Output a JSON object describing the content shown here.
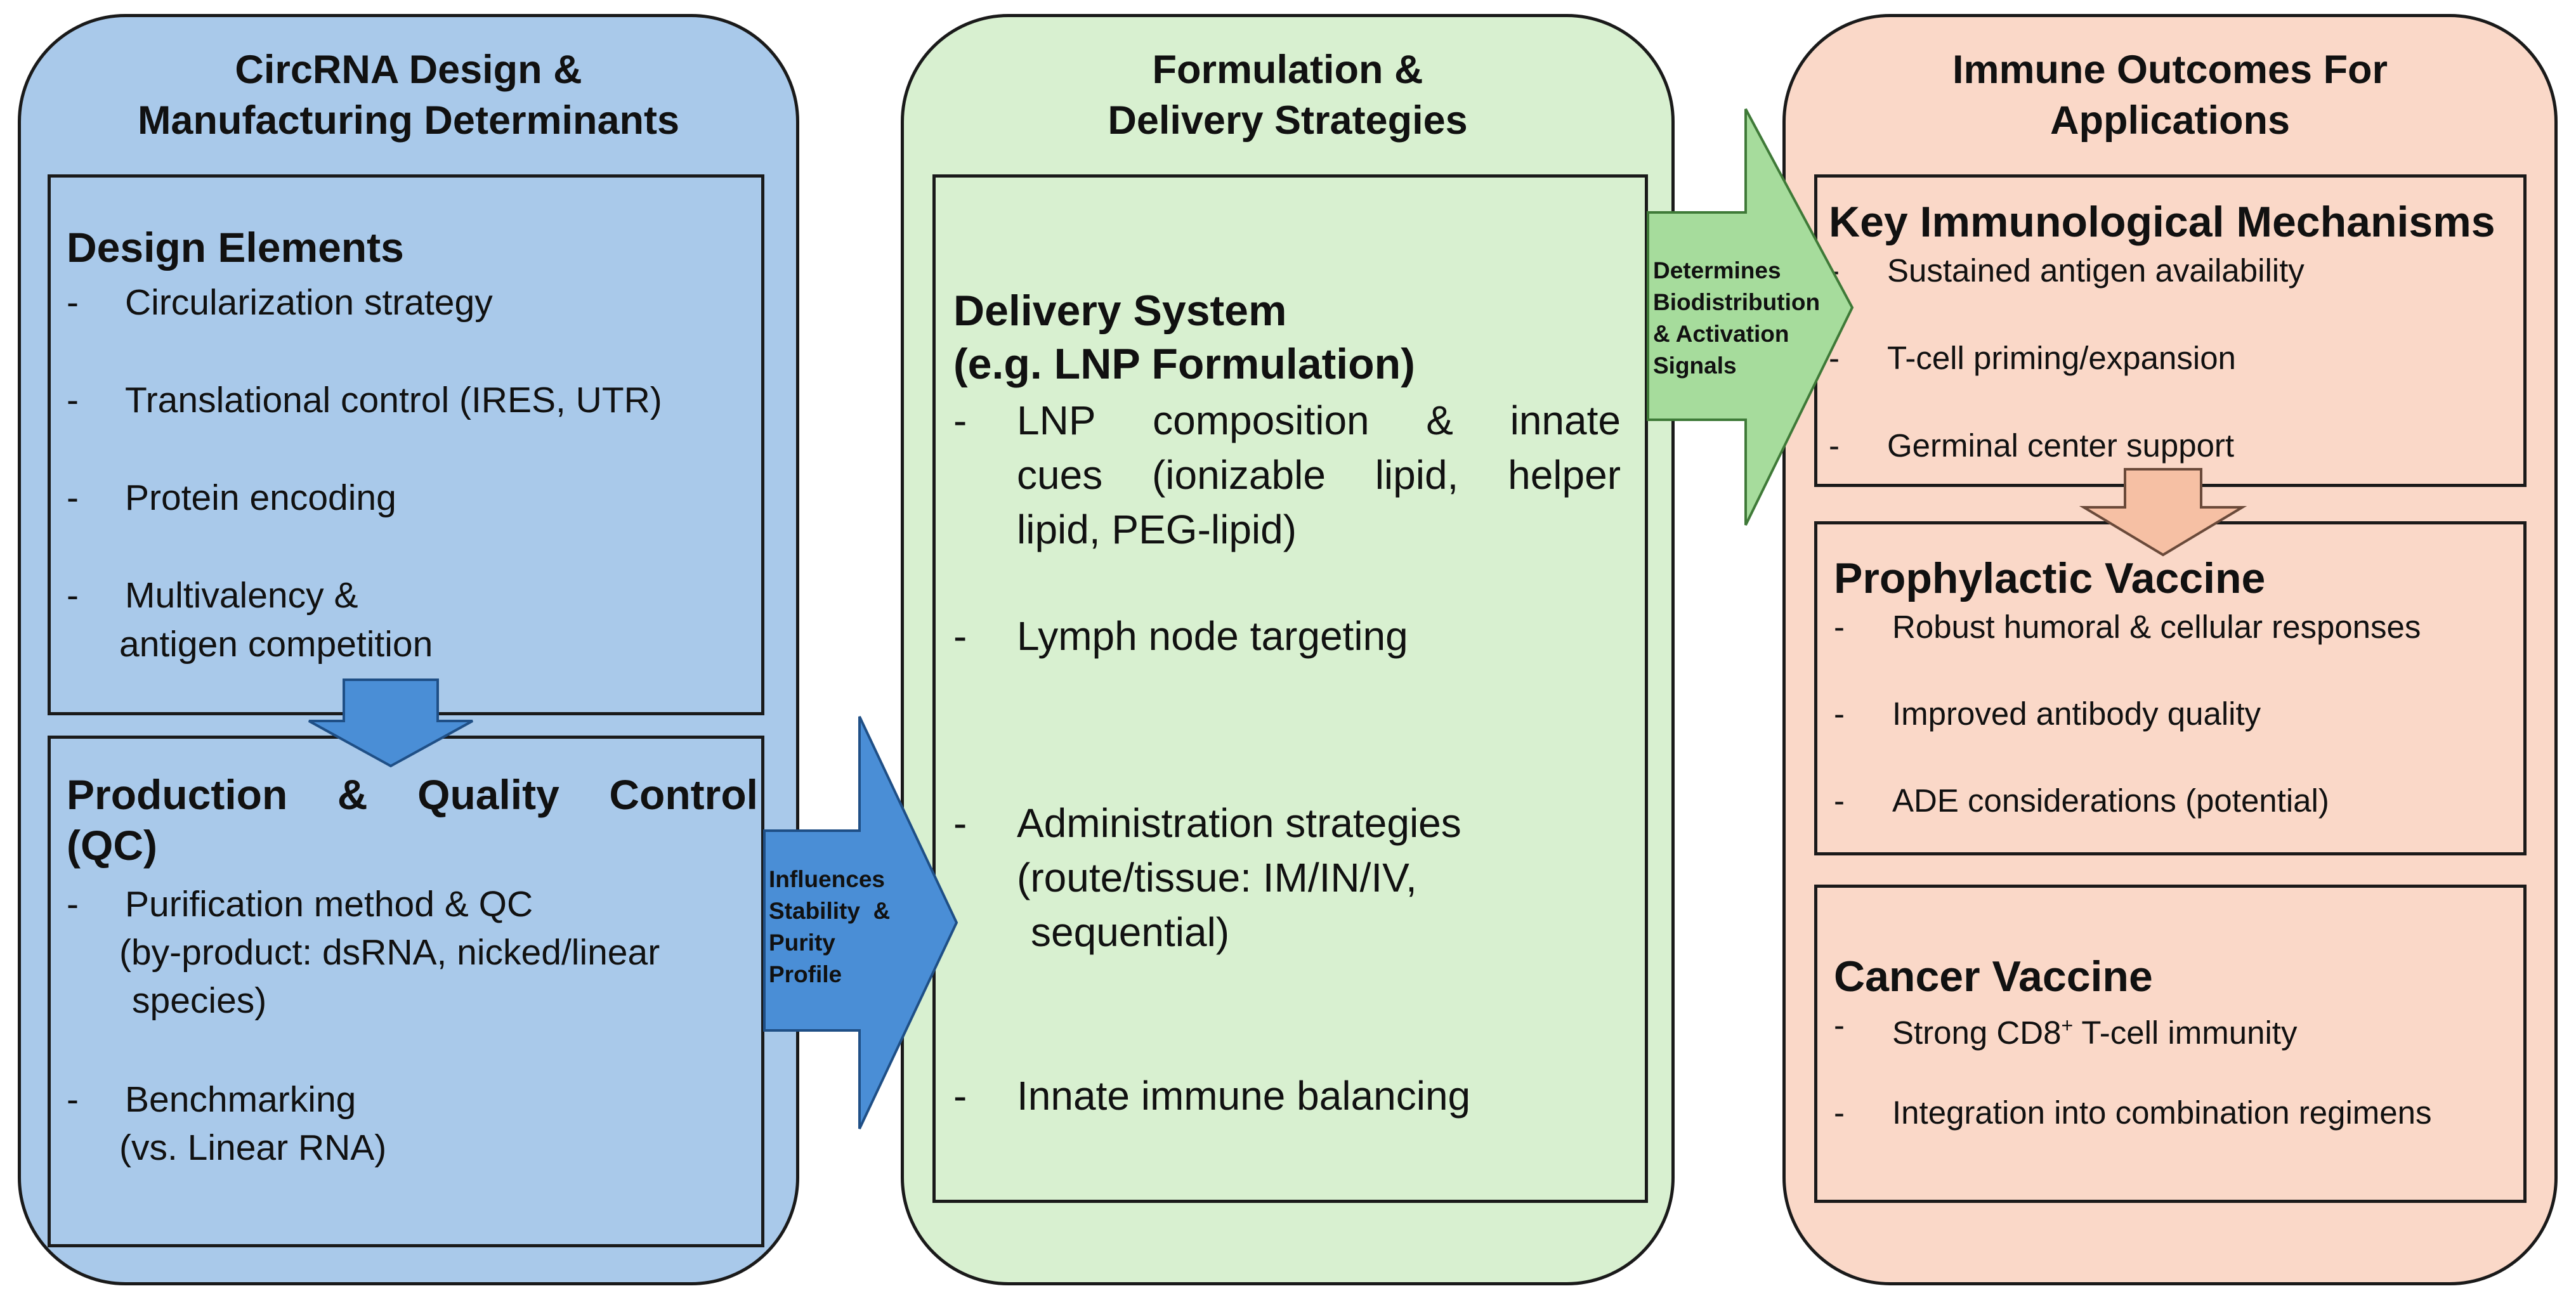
{
  "panels": {
    "design": {
      "title_line1": "CircRNA Design &",
      "title_line2": "Manufacturing Determinants",
      "design_elements": {
        "heading": "Design Elements",
        "items": [
          "Circularization strategy",
          "Translational control (IRES, UTR)",
          "Protein encoding",
          "Multivalency &",
          "antigen competition"
        ]
      },
      "production": {
        "heading_words": [
          "Production",
          "&",
          "Quality",
          "Control"
        ],
        "heading_line2": "(QC)",
        "items": [
          "Purification method & QC",
          "(by-product: dsRNA, nicked/linear",
          "species)",
          "Benchmarking",
          "(vs. Linear RNA)"
        ]
      }
    },
    "formulation": {
      "title_line1": "Formulation &",
      "title_line2": "Delivery Strategies",
      "delivery": {
        "heading_line1": "Delivery System",
        "heading_line2": "(e.g. LNP Formulation)",
        "lnp_line1_words": [
          "LNP",
          "composition",
          "&",
          "innate"
        ],
        "lnp_line2_words": [
          "cues",
          "(ionizable",
          "lipid,",
          "helper"
        ],
        "lnp_line3": "lipid, PEG-lipid)",
        "lymph": "Lymph node targeting",
        "admin_line1": "Administration strategies",
        "admin_line2": "(route/tissue: IM/IN/IV,",
        "admin_line3": "sequential)",
        "innate": "Innate immune balancing"
      }
    },
    "outcomes": {
      "title_line1": "Immune Outcomes For",
      "title_line2": "Applications",
      "mechanisms": {
        "heading": "Key Immunological Mechanisms",
        "items": [
          "Sustained antigen availability",
          "T-cell priming/expansion",
          "Germinal center support"
        ]
      },
      "prophylactic": {
        "heading": "Prophylactic Vaccine",
        "items": [
          "Robust humoral & cellular responses",
          "Improved antibody quality",
          "ADE considerations (potential)"
        ]
      },
      "cancer": {
        "heading": "Cancer Vaccine",
        "item1_pre": "Strong CD8",
        "item1_sup": "+",
        "item1_post": " T-cell immunity",
        "item2": "Integration into combination regimens"
      }
    }
  },
  "arrows": {
    "influences": [
      "Influences",
      "Stability  &",
      "Purity",
      "Profile"
    ],
    "determines": [
      "Determines",
      "Biodistribution",
      "& Activation",
      "Signals"
    ]
  },
  "dash": "-",
  "colors": {
    "blue_panel": "#a9c9ea",
    "green_panel": "#d8f0d0",
    "peach_panel": "#fad8c8",
    "blue_arrow": "#4a8ed6",
    "green_arrow": "#a6dc9c",
    "peach_arrow": "#f6c0a4"
  }
}
